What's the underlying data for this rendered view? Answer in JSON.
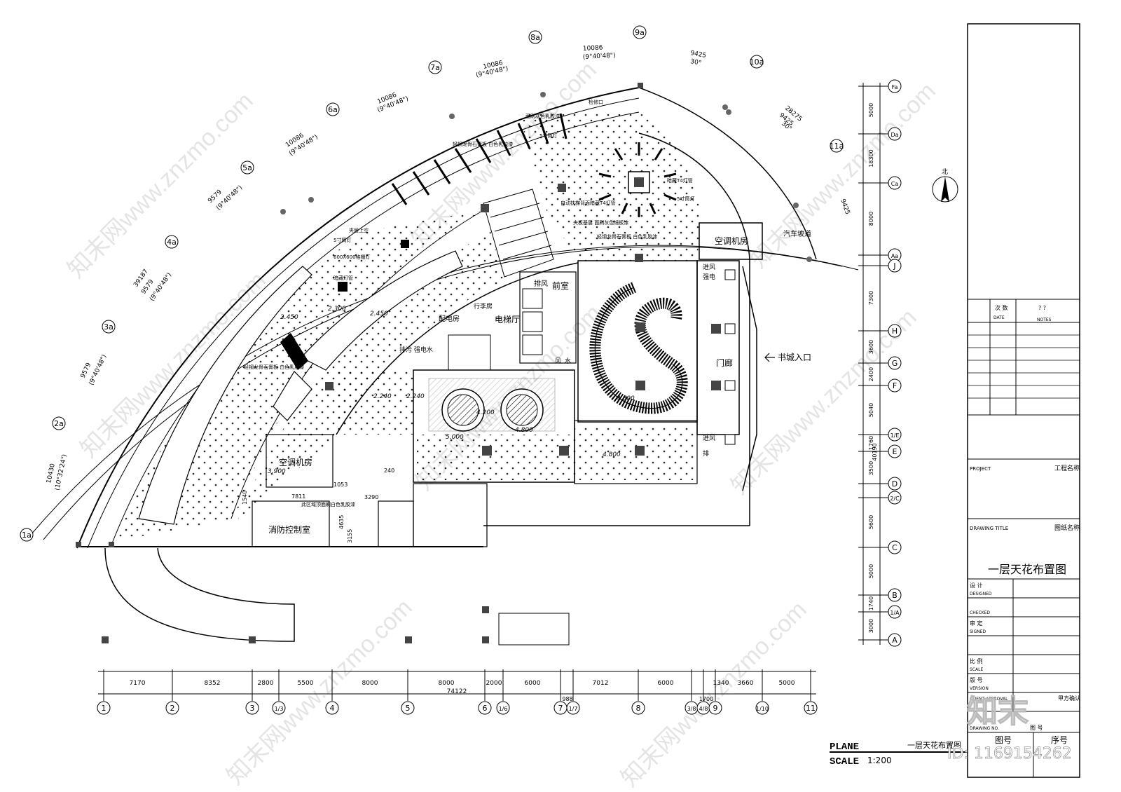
{
  "drawing": {
    "title": "一层天花布置图",
    "plane_label": "PLANE",
    "plane_title": "一层天花布置图",
    "scale_label": "SCALE",
    "scale_value": "1:200"
  },
  "rooms": {
    "aircon_room_top": "空调机房",
    "aircon_room_left": "空调机房",
    "fire_control": "消防控制室",
    "front_room": "前室",
    "elevator_hall": "电梯厅",
    "porch": "门廊",
    "bookstore_entrance": "书城入口",
    "car_ramp": "汽车坡道",
    "exhaust": "排风",
    "distribution": "配电房",
    "baggage": "行李房",
    "supply_air": "进风",
    "strong_elec": "强电",
    "exhaust2": "排",
    "water": "水",
    "wind": "风",
    "drain_water": "排污 强电水"
  },
  "notes": {
    "gypsum_1": "轻钢龙骨石膏板 白色乳胶漆",
    "gypsum_2": "轻钢龙骨石膏板 白色乳胶漆",
    "gypsum_3": "轻钢龙骨石膏板 白色乳胶漆",
    "light_5in": "5寸筒灯",
    "light_grille": "600X600格栅灯",
    "light_hidden": "暗藏灯管",
    "mezz": "夹层上空",
    "access": "检修口",
    "t4": "暗藏T4灯管",
    "escalator": "自动扶梯背面暗藏T4灯管",
    "paint": "面刷灰色乳胶漆",
    "sandwich": "夹板基层 面刷灰色镜板漆",
    "area_note": "此区域顶面刷白色乳胶漆"
  },
  "elevations": [
    "2.450",
    "2.450",
    "2.300",
    "2.240",
    "2.240",
    "4.800",
    "4.800",
    "4.800",
    "5.000",
    "4.200",
    "3.900"
  ],
  "radial_axes": [
    "1a",
    "2a",
    "3a",
    "4a",
    "5a",
    "6a",
    "7a",
    "8a",
    "9a",
    "10a",
    "11a"
  ],
  "arc_dims": [
    "10430",
    "9579",
    "9579",
    "10086",
    "10086",
    "10086",
    "10086",
    "9425",
    "9425",
    "9425",
    "39187",
    "28275"
  ],
  "arc_angles": [
    "(10°32'24\")",
    "(9°40'48\")",
    "(9°40'48\")",
    "(9°40'48\")",
    "(9°40'48\")",
    "(9°40'48\")",
    "(9°40'48\")",
    "30°",
    "30°"
  ],
  "bottom_axes": [
    "1",
    "2",
    "3",
    "1/3",
    "4",
    "5",
    "6",
    "1/6",
    "7",
    "1/7",
    "8",
    "3/8",
    "4/8",
    "9",
    "1/10",
    "11"
  ],
  "bottom_dims": [
    "7170",
    "8352",
    "2800",
    "5500",
    "8000",
    "8000",
    "2000",
    "6000",
    "7012",
    "6000",
    "1340",
    "3660",
    "5000"
  ],
  "bottom_total": "74122",
  "bottom_sub_dims": [
    "988",
    "1700"
  ],
  "right_axes": [
    "Fa",
    "Da",
    "Ca",
    "Aa",
    "J",
    "H",
    "G",
    "F",
    "1/E",
    "E",
    "D",
    "2/C",
    "C",
    "B",
    "1/A",
    "A"
  ],
  "right_dims": [
    "5000",
    "18300",
    "8000",
    "7300",
    "3600",
    "2400",
    "5040",
    "1760",
    "3500",
    "5600",
    "5000",
    "1740",
    "3000"
  ],
  "right_total": "40190",
  "small_dims": [
    "3290",
    "7811",
    "1540",
    "4635",
    "3155",
    "1053",
    "240"
  ],
  "title_block": {
    "rev_label": "次 数",
    "rev_en": "DATE",
    "notes_label": "? ?",
    "notes_en": "NOTES",
    "project_en": "PROJECT",
    "project_cn": "工程名称",
    "drawing_title_en": "DRAWING TITLE",
    "drawing_title_cn": "图纸名称",
    "title": "一层天花布置图",
    "designed_cn": "设 计",
    "designed_en": "DESIGNED",
    "checked_en": "CHECKED",
    "signed_cn": "审 定",
    "signed_en": "SIGNED",
    "scale_cn": "比 例",
    "scale_en": "SCALE",
    "version_cn": "版 号",
    "version_en": "VERSION",
    "client_en": "CLIENT APPROVAL",
    "client_cn": "甲方确认",
    "drawing_no_en": "DRAWING NO.",
    "drawing_no_cn": "图 号",
    "sheet_cn": "图号",
    "seq_cn": "序号"
  },
  "watermark": {
    "text": "知末网www.znzmo.com",
    "logo": "知末",
    "id": "ID: 1169154262"
  },
  "north_label": "北"
}
